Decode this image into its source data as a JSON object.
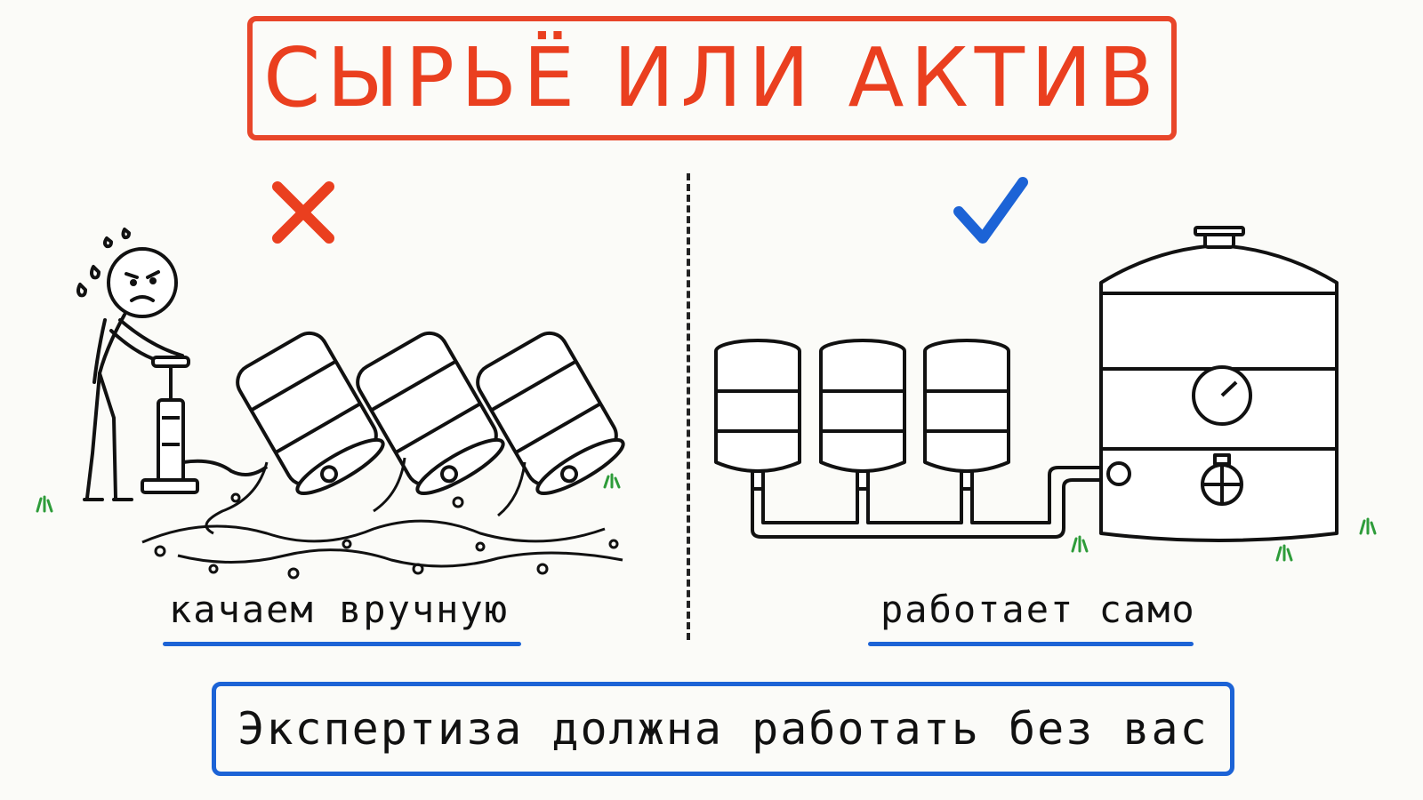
{
  "title": "СЫРЬЁ ИЛИ АКТИВ",
  "left": {
    "caption": "качаем вручную",
    "mark_icon": "cross-icon",
    "mark_color": "#ea3f1f"
  },
  "right": {
    "caption": "работает само",
    "mark_icon": "check-icon",
    "mark_color": "#1c63d6"
  },
  "conclusion": "Экспертиза должна работать без вас",
  "colors": {
    "accent_red": "#ea3f1f",
    "accent_blue": "#1c63d6",
    "ink": "#111111",
    "grass": "#2e9c3a"
  }
}
